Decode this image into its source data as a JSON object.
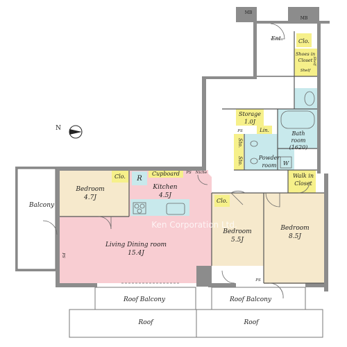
{
  "rooms": {
    "balcony_left": "Balcony",
    "bedroom_a_name": "Bedroom",
    "bedroom_a_size": "4.7J",
    "kitchen_name": "Kitchen",
    "kitchen_size": "4.5J",
    "ldk_name": "Living Dining room",
    "ldk_size": "15.4J",
    "bedroom_b_name": "Bedroom",
    "bedroom_b_size": "5.5J",
    "bedroom_c_name": "Bedroom",
    "bedroom_c_size": "8.5J",
    "roof_balcony_left": "Roof Balcony",
    "roof_balcony_right": "Roof Balcony",
    "roof_left": "Roof",
    "roof_right": "Roof",
    "entrance": "Ent.",
    "storage_name": "Storage",
    "storage_size": "1.0J",
    "bathroom_name": "Bath",
    "bathroom_name2": "room",
    "bathroom_size": "(1620)",
    "powder_name": "Powder",
    "powder_name2": "room",
    "walkin_name": "Walk in",
    "walkin_name2": "Closet",
    "shoes_name": "Shoes in",
    "shoes_name2": "Closet"
  },
  "labels": {
    "mb_left": "MB",
    "mb_right": "MB",
    "clo_entrance": "Clo.",
    "shelf_right": "Shelf",
    "shelf_bottom": "Shelf",
    "clo_bed_a": "Clo.",
    "cupboard": "Cupboard",
    "ps_kitchen": "PS",
    "niche": "Niche",
    "refrigerator": "R",
    "clo_bed_b": "Clo.",
    "lin": "Lin.",
    "sto_1": "Sto.",
    "sto_2": "Sto.",
    "ps_storage": "PS",
    "washer": "W",
    "ps_left": "PS",
    "ps_bottom": "PS",
    "compass_n": "N"
  },
  "watermark": "Ken Corporation Ltd.",
  "colors": {
    "living": "#f8cdd2",
    "bedroom": "#f6e9cc",
    "wet": "#c8e9ec",
    "storage": "#f6f08a",
    "wall": "#8c8c8c"
  }
}
